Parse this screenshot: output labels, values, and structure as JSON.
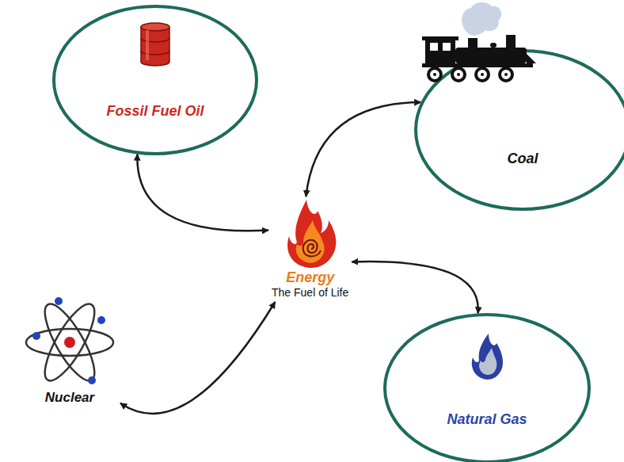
{
  "diagram": {
    "nodes": [
      {
        "text": [
          "Fossil Fuel Oil"
        ]
      },
      {
        "text": [
          "Coal"
        ]
      },
      {
        "text": [
          "Energy",
          "The Fuel of Life"
        ]
      },
      {
        "text": [
          "Nuclear"
        ]
      },
      {
        "text": [
          "Natural Gas"
        ]
      }
    ],
    "edges": [
      {
        "from": 0,
        "to": 2,
        "arrow": "both"
      },
      {
        "from": 1,
        "to": 2,
        "arrow": "both"
      },
      {
        "from": 2,
        "to": 4,
        "arrow": "both"
      },
      {
        "from": 3,
        "to": 2,
        "arrow": "both"
      }
    ]
  }
}
